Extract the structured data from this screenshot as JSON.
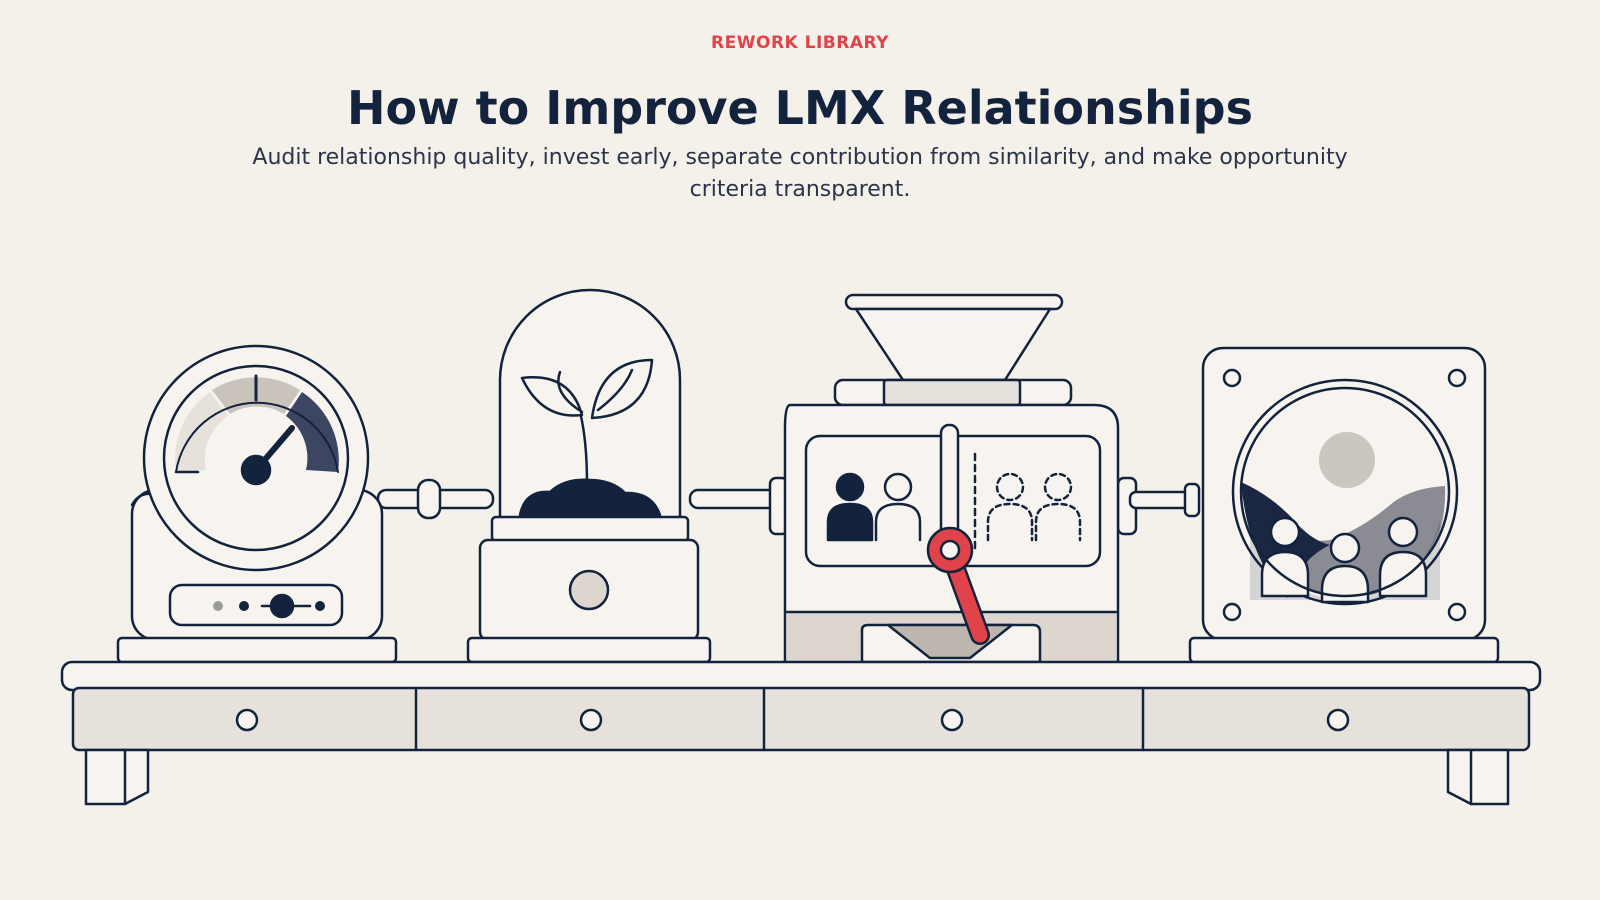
{
  "header": {
    "eyebrow": "REWORK LIBRARY",
    "title": "How to Improve LMX Relationships",
    "subtitle": "Audit relationship quality, invest early, separate contribution from similarity, and make opportunity criteria transparent."
  },
  "illustration": {
    "machines": [
      {
        "icon": "gauge-icon"
      },
      {
        "icon": "sprout-icon"
      },
      {
        "icon": "people-sorter-icon"
      },
      {
        "icon": "porthole-icon"
      }
    ]
  },
  "colors": {
    "background": "#f4f1ea",
    "accent": "#e0434a",
    "ink": "#13223d",
    "panel": "#f7f4ef",
    "shadow": "#dcd6cf"
  }
}
